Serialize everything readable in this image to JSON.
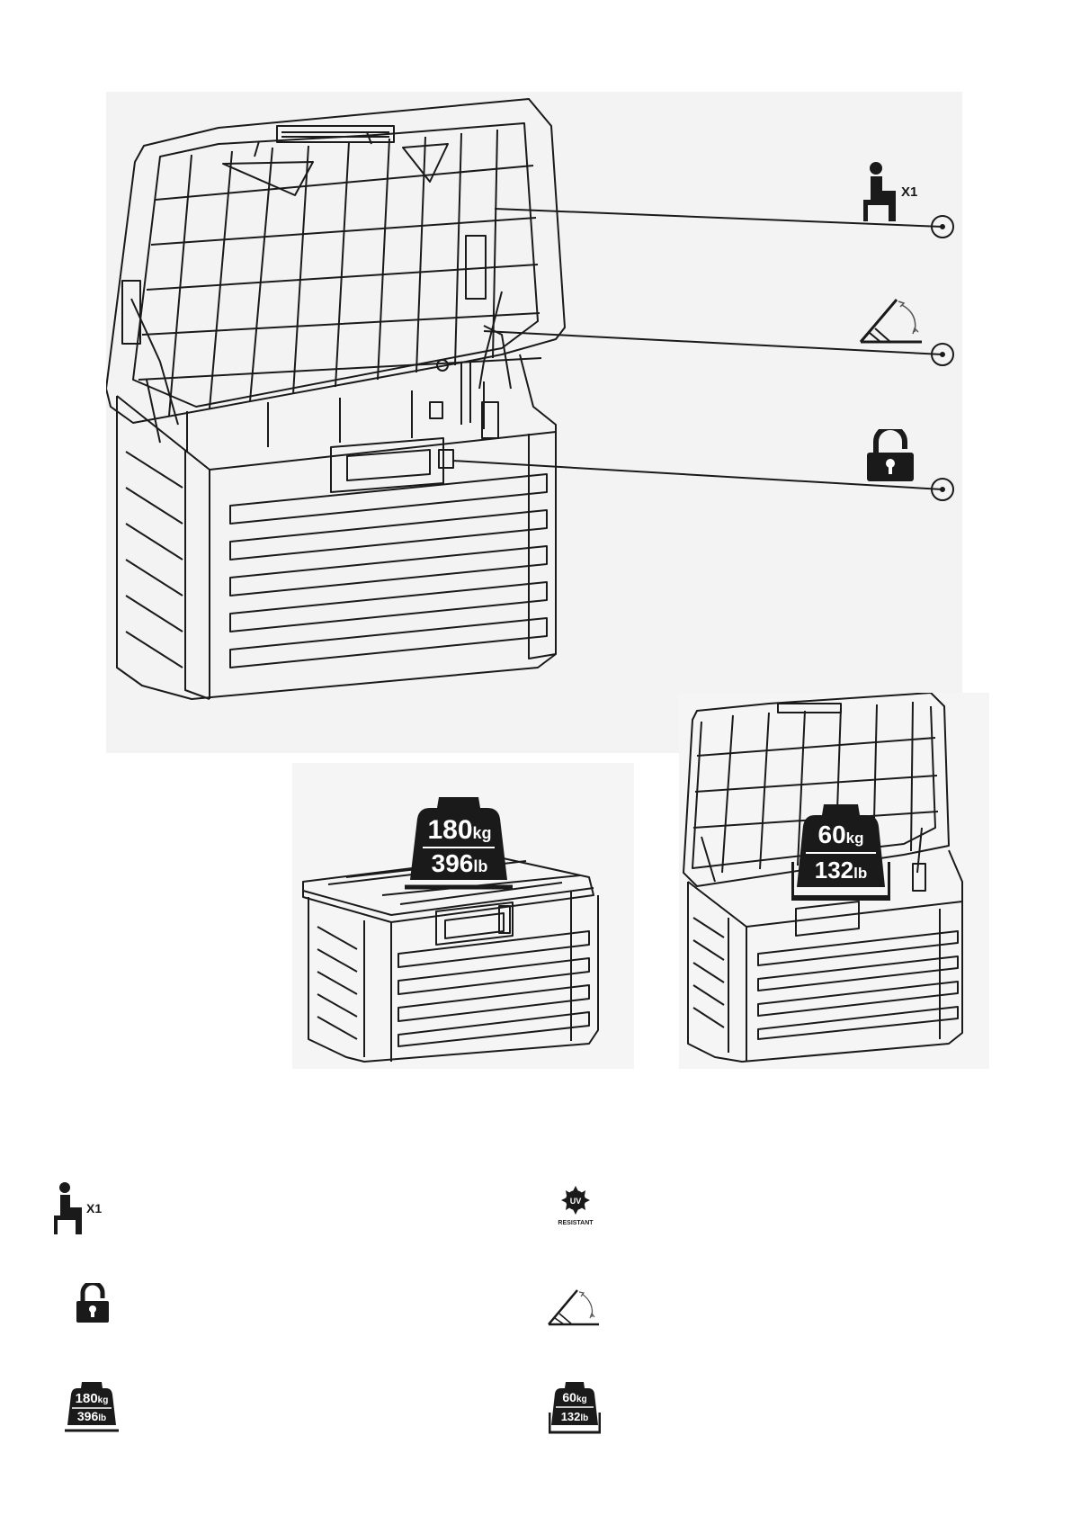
{
  "callouts": {
    "person_count": "X1",
    "weight_top": {
      "kg_value": "180",
      "kg_unit": "kg",
      "lb_value": "396",
      "lb_unit": "lb"
    },
    "weight_inside": {
      "kg_value": "60",
      "kg_unit": "kg",
      "lb_value": "132",
      "lb_unit": "lb"
    }
  },
  "legend": {
    "person_count": "X1",
    "uv_badge": "UV",
    "uv_label": "RESISTANT",
    "weight_top": {
      "kg_value": "180",
      "kg_unit": "kg",
      "lb_value": "396",
      "lb_unit": "lb"
    },
    "weight_inside": {
      "kg_value": "60",
      "kg_unit": "kg",
      "lb_value": "132",
      "lb_unit": "lb"
    }
  },
  "icons": [
    "person-seated-icon",
    "angle-lid-icon",
    "padlock-icon",
    "weight-icon",
    "uv-resistant-icon",
    "target-circle-icon"
  ],
  "colors": {
    "ink": "#1a1a1a",
    "panel": "#f3f3f3",
    "paper": "#ffffff"
  }
}
